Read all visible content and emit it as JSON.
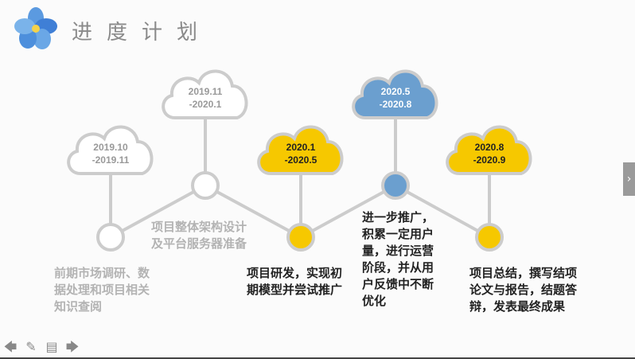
{
  "title": "进度计划",
  "colors": {
    "gray": "#cccccc",
    "yellow": "#f6c800",
    "blue": "#6b9fcf"
  },
  "stages": [
    {
      "date": "2019.10\n-2019.11",
      "date_l1": "2019.10",
      "date_l2": "-2019.11",
      "desc": "前期市场调研、数据处理和项目相关知识查阅",
      "state": "done"
    },
    {
      "date_l1": "2019.11",
      "date_l2": "-2020.1",
      "desc": "项目整体架构设计及平台服务器准备",
      "state": "done"
    },
    {
      "date_l1": "2020.1",
      "date_l2": "-2020.5",
      "desc": "项目研发，实现初期模型并尝试推广",
      "state": "active"
    },
    {
      "date_l1": "2020.5",
      "date_l2": "-2020.8",
      "desc": "进一步推广，积累一定用户量，进行运营阶段，并从用户反馈中不断优化",
      "state": "current"
    },
    {
      "date_l1": "2020.8",
      "date_l2": "-2020.9",
      "desc": "项目总结，撰写结项论文与报告，结题答辩，发表最终成果",
      "state": "active"
    }
  ],
  "toolbar": [
    "prev-icon",
    "pen-icon",
    "menu-icon",
    "next-icon"
  ]
}
